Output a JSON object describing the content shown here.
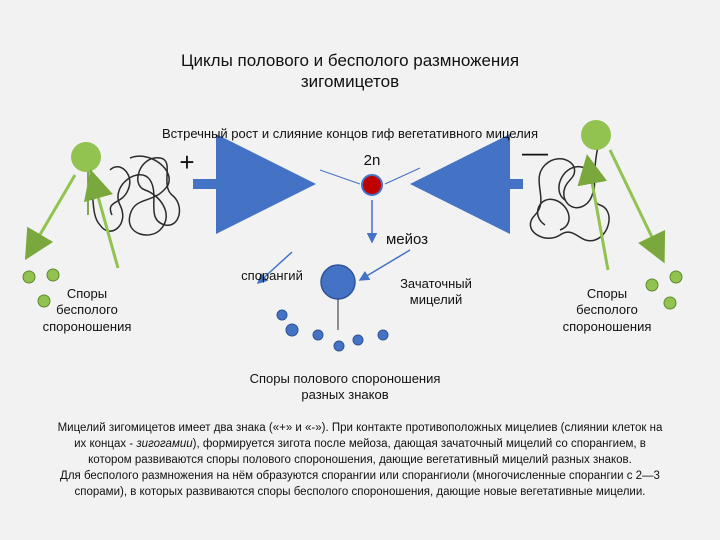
{
  "title_line1": "Циклы полового и бесполого размножения",
  "title_line2": "зигомицетов",
  "subtitle": "Встречный рост и слияние концов гиф вегетативного мицелия",
  "plus_sign": "+",
  "minus_sign": "—",
  "zygote_label": "2n",
  "meiosis_label": "мейоз",
  "sporangium_label": "спорангий",
  "germ_mycelium_line1": "Зачаточный",
  "germ_mycelium_line2": "мицелий",
  "asexual_spores_left": [
    "Споры",
    "бесполого",
    "спороношения"
  ],
  "asexual_spores_right": [
    "Споры",
    "бесполого",
    "спороношения"
  ],
  "sexual_spores_line1": "Споры полового спороношения",
  "sexual_spores_line2": "разных знаков",
  "description": {
    "line1": "Мицелий зигомицетов имеет два знака («+» и «-»). При контакте противоположных мицелиев (слиянии клеток на",
    "line2_a": "их концах - ",
    "line2_italic": "зигогамии",
    "line2_b": "), формируется зигота после мейоза, дающая зачаточный мицелий со спорангием, в",
    "line3": "котором развиваются споры полового спороношения, дающие вегетативный мицелий разных знаков.",
    "line4": "Для бесполого размножения на нём образуются спорангии или спорангиоли (многочисленные спорангии с 2—3",
    "line5": "спорами), в которых развиваются споры бесполого спороношения, дающие новые вегетативные мицелии."
  },
  "colors": {
    "green": "#92c24f",
    "green_stroke": "#5e8a2e",
    "blue": "#4472c4",
    "blue_dark": "#2f5496",
    "red": "#c00000",
    "hyphae": "#2b2b2b"
  }
}
